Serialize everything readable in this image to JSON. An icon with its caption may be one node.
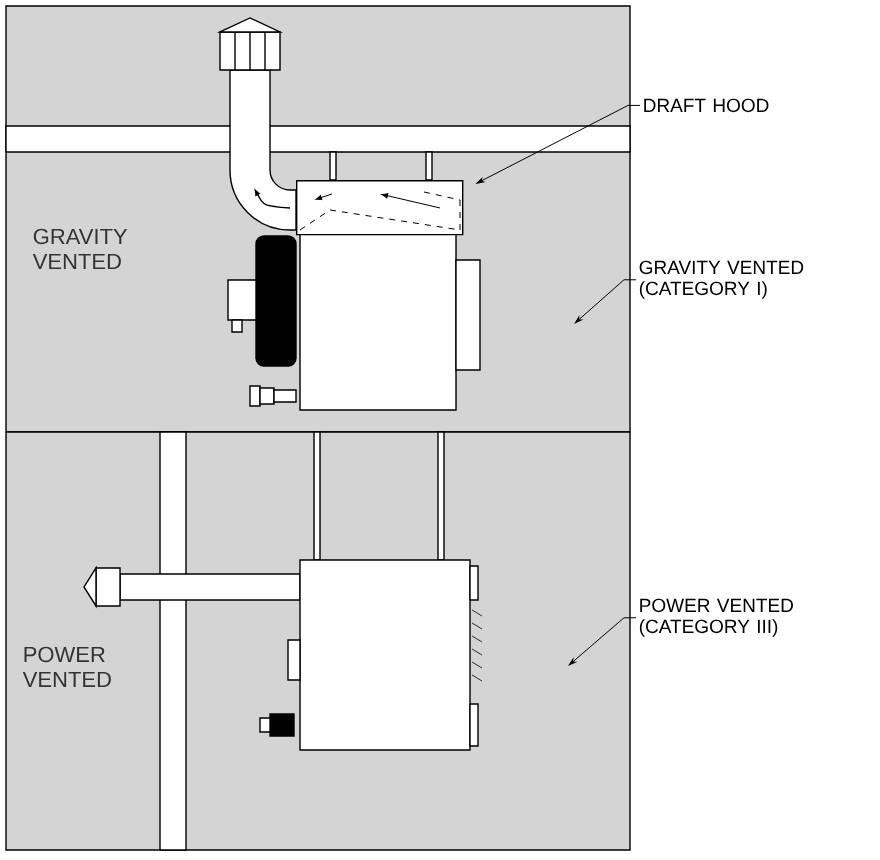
{
  "diagram": {
    "nodes": [
      {
        "text": [
          "DRAFT HOOD"
        ]
      },
      {
        "text": [],
        "shape": "box"
      },
      {
        "text": [
          "GRAVITY VENTED (CATEGORY I)"
        ]
      },
      {
        "text": [
          "POWER VENTED (CATEGORY III)"
        ]
      }
    ],
    "edges": [
      {
        "from": 0,
        "to": 1,
        "arrow": "to"
      },
      {
        "from": 2,
        "to": null,
        "arrow": "to"
      },
      {
        "from": 3,
        "to": null,
        "arrow": "to"
      }
    ],
    "labels": [
      "GRAVITY VENTED",
      "POWER VENTED"
    ]
  }
}
